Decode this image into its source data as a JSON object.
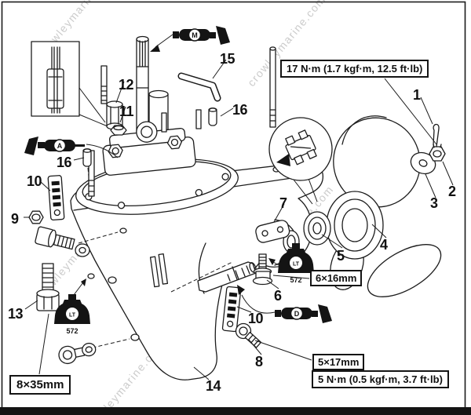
{
  "diagram": {
    "watermark": "crowleymarine.com",
    "annotations": {
      "torque_upper": "17 N·m (1.7 kgf·m, 12.5 ft·lb)",
      "size_6x16": "6×16mm",
      "size_5x17": "5×17mm",
      "torque_lower": "5 N·m (0.5 kgf·m, 3.7 ft·lb)",
      "size_8x35": "8×35mm"
    },
    "callouts": {
      "c1": "1",
      "c2": "2",
      "c3": "3",
      "c4": "4",
      "c5": "5",
      "c6": "6",
      "c7": "7",
      "c8": "8",
      "c9": "9",
      "c10": "10",
      "c10b": "10",
      "c11": "11",
      "c12": "12",
      "c13": "13",
      "c14": "14",
      "c15": "15",
      "c16": "16",
      "c16b": "16"
    },
    "grease_flags": {
      "a": "A",
      "m": "M",
      "d": "D"
    },
    "sealant": {
      "abbr": "LT",
      "code": "572"
    },
    "colors": {
      "line": "#1c1c1c",
      "watermark": "#c6c6c6",
      "paper": "#ffffff"
    }
  }
}
